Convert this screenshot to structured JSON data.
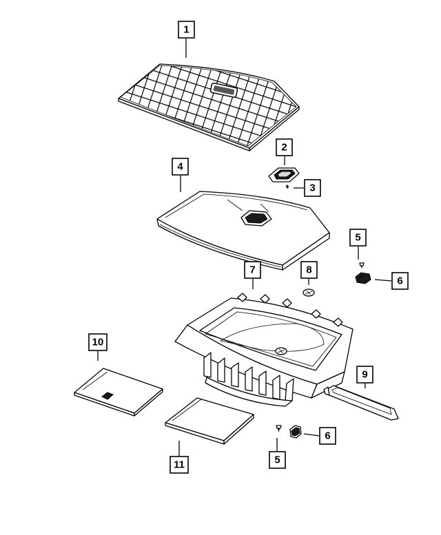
{
  "callouts": [
    {
      "id": "1",
      "label": "1"
    },
    {
      "id": "2",
      "label": "2"
    },
    {
      "id": "3",
      "label": "3"
    },
    {
      "id": "4",
      "label": "4"
    },
    {
      "id": "5a",
      "label": "5"
    },
    {
      "id": "6a",
      "label": "6"
    },
    {
      "id": "7",
      "label": "7"
    },
    {
      "id": "8",
      "label": "8"
    },
    {
      "id": "9",
      "label": "9"
    },
    {
      "id": "10",
      "label": "10"
    },
    {
      "id": "11",
      "label": "11"
    },
    {
      "id": "5b",
      "label": "5"
    },
    {
      "id": "6b",
      "label": "6"
    }
  ],
  "colors": {
    "line": "#000000",
    "background": "#ffffff",
    "fill_dark": "#1a1a1a"
  }
}
